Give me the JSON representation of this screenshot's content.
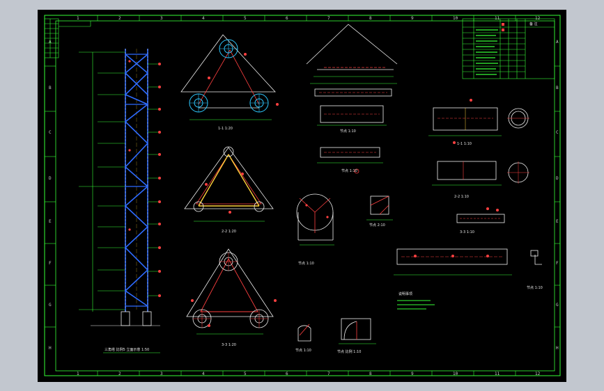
{
  "colors": {
    "bg": "#000000",
    "frame": "#36ff36",
    "steel": "#2e6bff",
    "dim": "#36ff36",
    "outline": "#f0f0f0",
    "callout": "#ff4040",
    "tag": "#ffd23a",
    "workspace": "#c2c7cf"
  },
  "grid": {
    "cols": [
      "1",
      "2",
      "3",
      "4",
      "5",
      "6",
      "7",
      "8",
      "9",
      "10",
      "11",
      "12"
    ],
    "rows": [
      "A",
      "B",
      "C",
      "D",
      "E",
      "F",
      "G",
      "H"
    ]
  },
  "title_block": {
    "header": "备 注"
  },
  "captions": {
    "elevation": "三角塔 比例5 立面示意 1:50",
    "section_1": "1-1 1:20",
    "section_2": "2-2 1:20",
    "section_3": "3-3 1:20",
    "detail_a": "节点 1:10",
    "detail_b": "节点 1:10",
    "detail_c": "节点 1:10",
    "detail_d": "节点 1:10",
    "detail_e": "节点 1:10",
    "plate_1": "节点 2:10",
    "right_1": "1-1 1:10",
    "right_2": "2-2 1:10",
    "right_3": "3-3 1:10",
    "notes_title": "说明事项",
    "bottom_detail": "节点 比例 1:10"
  }
}
